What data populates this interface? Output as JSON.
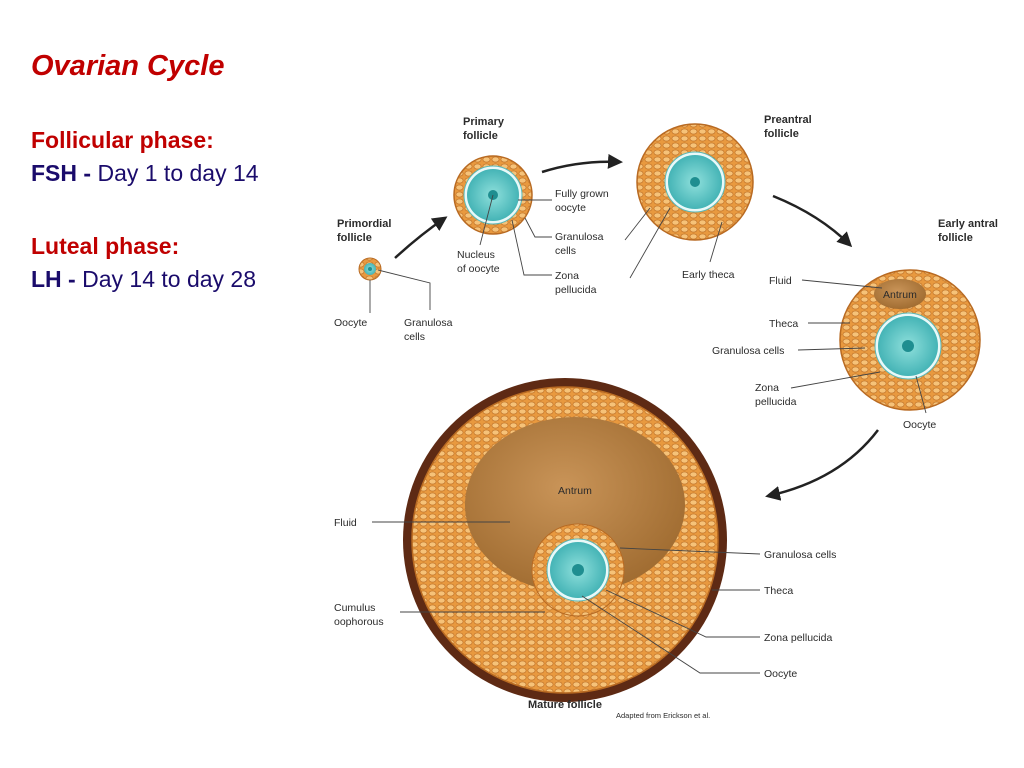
{
  "slide": {
    "title": "Ovarian Cycle",
    "follicular": {
      "heading": "Follicular phase:",
      "hormone": "FSH -",
      "days": "Day 1 to day 14"
    },
    "luteal": {
      "heading": "Luteal phase:",
      "hormone": "LH -",
      "days": "Day 14 to day 28"
    }
  },
  "diagram": {
    "primordial": {
      "title_1": "Primordial",
      "title_2": "follicle",
      "oocyte": "Oocyte",
      "granulosa_1": "Granulosa",
      "granulosa_2": "cells"
    },
    "primary": {
      "title_1": "Primary",
      "title_2": "follicle",
      "nucleus_1": "Nucleus",
      "nucleus_2": "of oocyte",
      "fully_grown_1": "Fully grown",
      "fully_grown_2": "oocyte",
      "granulosa_1": "Granulosa",
      "granulosa_2": "cells",
      "zona_1": "Zona",
      "zona_2": "pellucida"
    },
    "preantral": {
      "title_1": "Preantral",
      "title_2": "follicle",
      "early_theca": "Early theca"
    },
    "early_antral": {
      "title_1": "Early antral",
      "title_2": "follicle",
      "fluid": "Fluid",
      "antrum": "Antrum",
      "theca": "Theca",
      "granulosa": "Granulosa cells",
      "zona_1": "Zona",
      "zona_2": "pellucida",
      "oocyte": "Oocyte"
    },
    "mature": {
      "title": "Mature follicle",
      "antrum": "Antrum",
      "fluid": "Fluid",
      "cumulus_1": "Cumulus",
      "cumulus_2": "oophorous",
      "granulosa": "Granulosa cells",
      "theca": "Theca",
      "zona": "Zona pellucida",
      "oocyte": "Oocyte"
    },
    "credit": "Adapted from Erickson et al."
  },
  "colors": {
    "title_red": "#c00000",
    "text_navy": "#1a0b6b",
    "follicle_orange": "#e6953a",
    "antrum_brown": "#b5803f",
    "oocyte_teal": "#5cc6c6"
  }
}
